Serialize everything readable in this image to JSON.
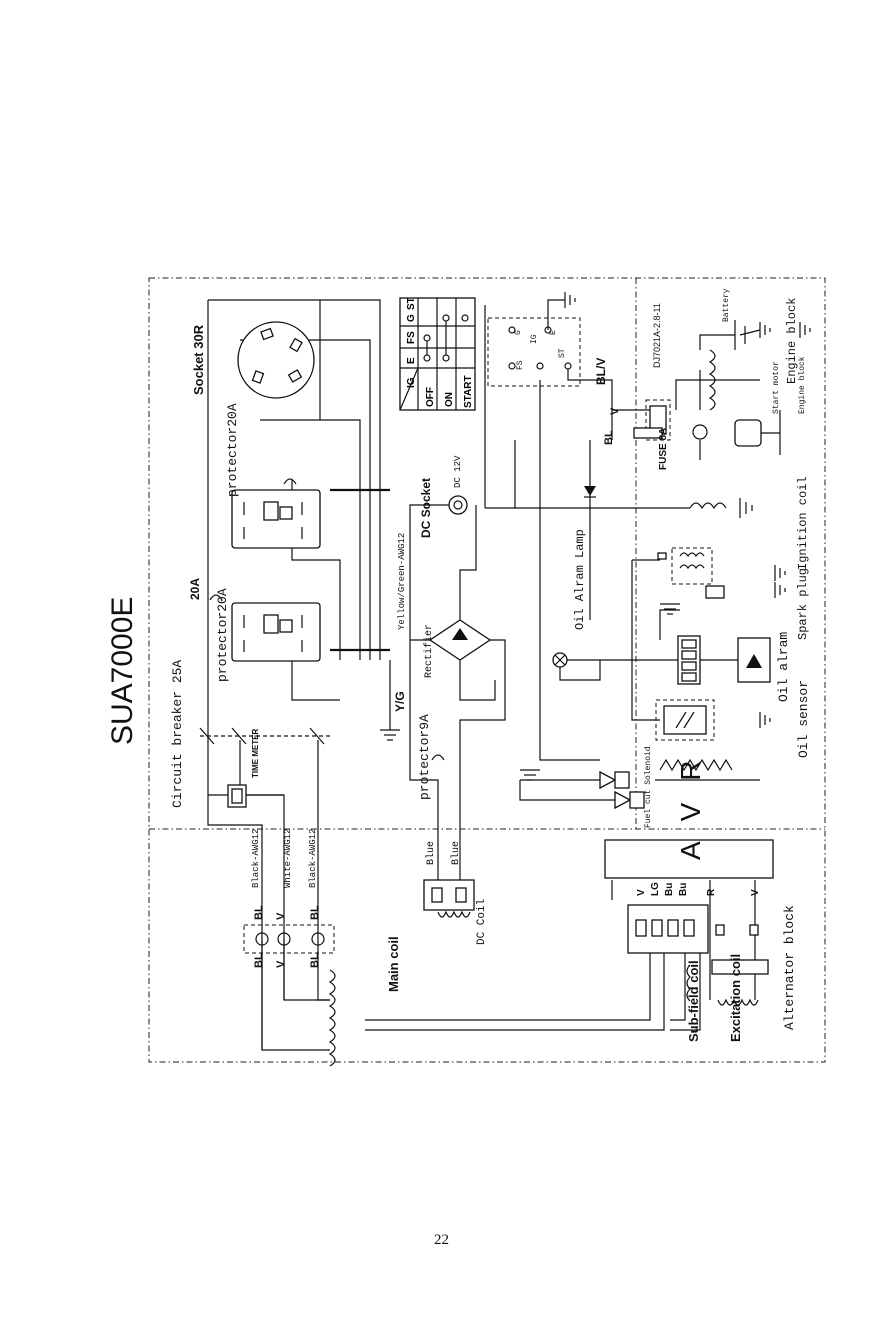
{
  "page_number": "22",
  "model_title": "SUA7000E",
  "labels": {
    "circuit_breaker": "Circuit breaker 25A",
    "time_meter": "TIME METER",
    "protector_left": "protector20A",
    "protector_right": "protector20A",
    "rating_20a": "20A",
    "socket_30r": "Socket 30R",
    "yellow_green_wire": "Yellow/Green-AWG12",
    "yg": "Y/G",
    "dc_socket": "DC Socket",
    "dc_12v": "DC 12V",
    "rectifier": "Rectifier",
    "protector_9a": "protector9A",
    "oil_alarm_lamp": "Oil Alram Lamp",
    "fuse": "FUSE 8A",
    "part_code": "DJ7021A-2.8-11",
    "battery": "Battery",
    "engine_block_large": "Engine block",
    "engine_block_small": "Engine block",
    "start_motor": "Start motor",
    "spark_plug": "Spark plug",
    "ignition_coil": "Ignition coil",
    "oil_alarm": "Oil alram",
    "oil_sensor": "Oil sensor",
    "fuel_solenoid": "Fuel cut Solenoid",
    "black_awg12_a": "Black-AWG12",
    "white_awg12": "White-AWG12",
    "black_awg12_b": "Black-AWG12",
    "blue_a": "Blue",
    "blue_b": "Blue",
    "dc_coil": "DC Coil",
    "main_coil": "Main coil",
    "sub_field_coil": "Sub-field coil",
    "excitation_coil": "Excitation coil",
    "alternator_block": "Alternator block",
    "avr": "AVR",
    "bl_v": "BL/V",
    "bl": "BL",
    "v": "V"
  },
  "switch_table": {
    "headers": [
      "IG",
      "E",
      "FS",
      "G",
      "ST"
    ],
    "rows": [
      "OFF",
      "ON",
      "START"
    ]
  },
  "terminal_letters": {
    "switch": [
      "FS",
      "IG",
      "ST",
      "G",
      "E"
    ],
    "terminal_block_top": [
      "BL",
      "V",
      "BL"
    ],
    "terminal_block_bottom": [
      "BL",
      "V",
      "BL"
    ],
    "avr_wires": [
      "V",
      "LG",
      "Bu",
      "Bu",
      "R",
      "V"
    ]
  }
}
